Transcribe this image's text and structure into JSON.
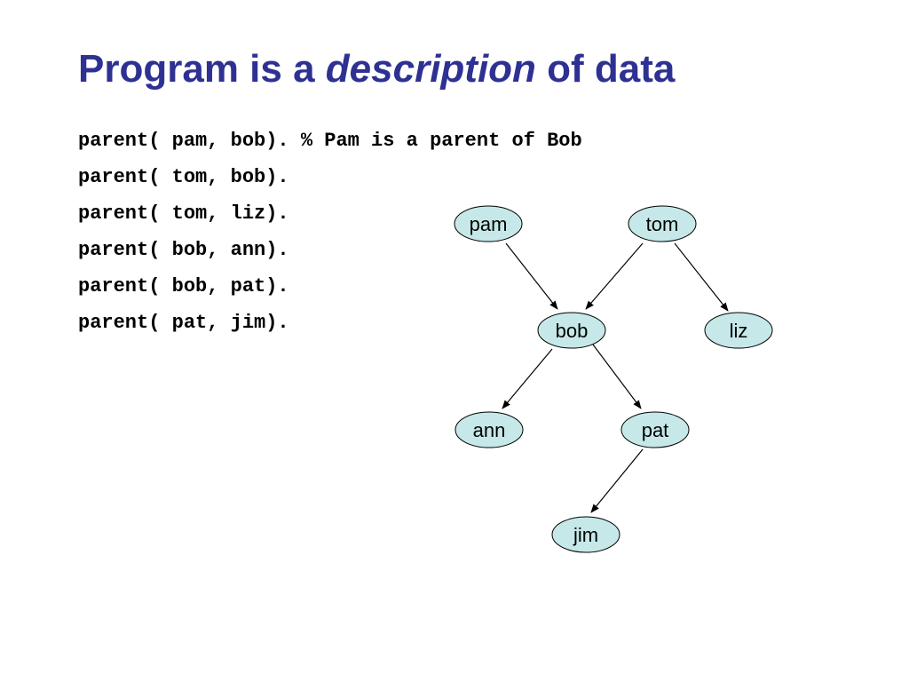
{
  "slide": {
    "title": {
      "before": "Program is a ",
      "emphasis": "description",
      "after": " of data"
    },
    "code_lines": [
      "parent( pam, bob). % Pam is a parent of Bob",
      "parent( tom, bob).",
      "parent( tom, liz).",
      "parent( bob, ann).",
      "parent( bob, pat).",
      "parent( pat, jim)."
    ]
  },
  "tree": {
    "node_fill": "#c6e8e8",
    "title_color": "#2e3192",
    "nodes": [
      "pam",
      "tom",
      "bob",
      "liz",
      "ann",
      "pat",
      "jim"
    ],
    "edges": [
      [
        "pam",
        "bob"
      ],
      [
        "tom",
        "bob"
      ],
      [
        "tom",
        "liz"
      ],
      [
        "bob",
        "ann"
      ],
      [
        "bob",
        "pat"
      ],
      [
        "pat",
        "jim"
      ]
    ]
  }
}
